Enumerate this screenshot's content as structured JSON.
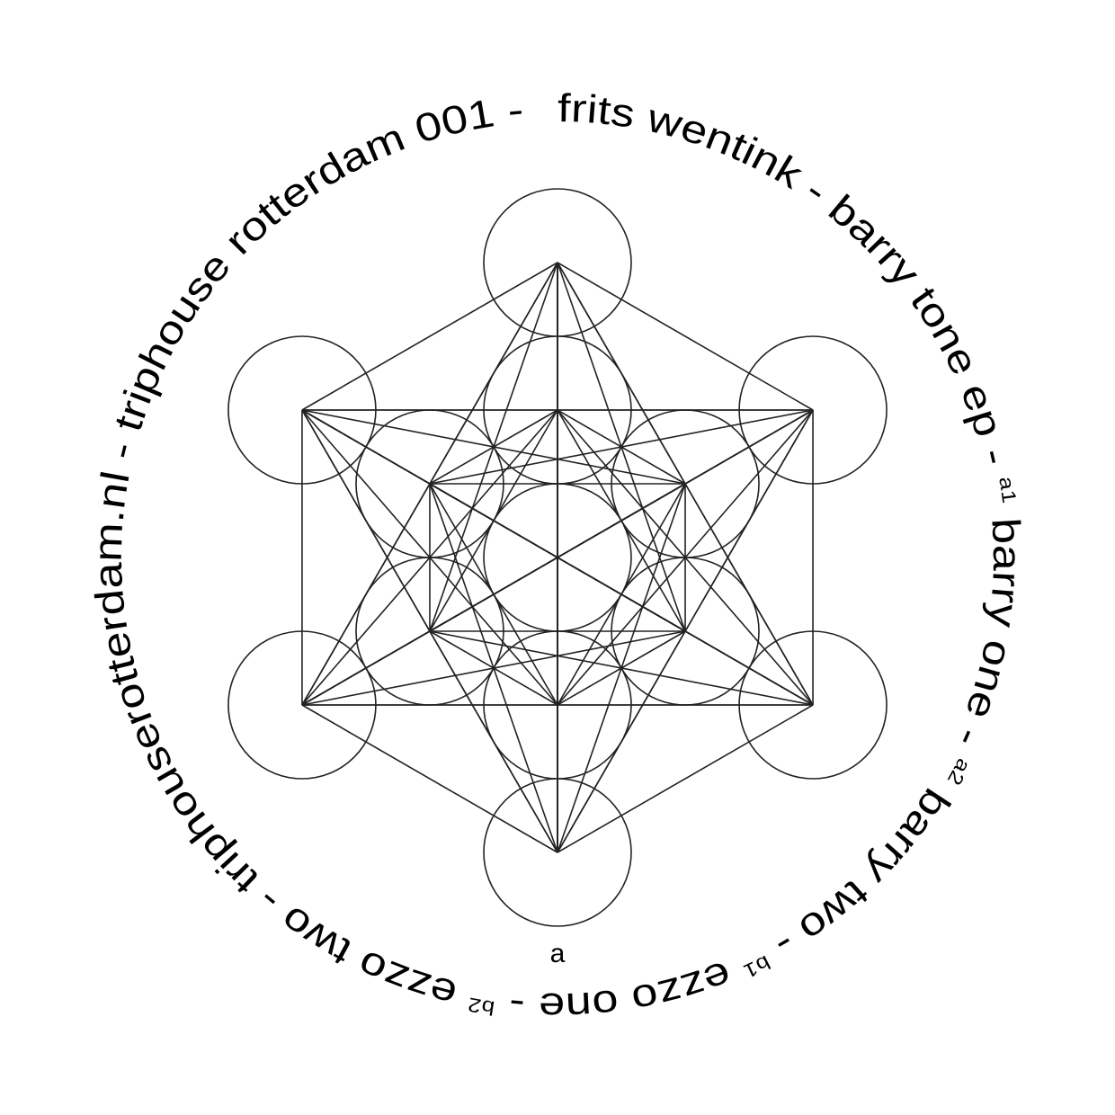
{
  "label": {
    "segments": [
      {
        "kind": "main",
        "text": "frits wentink - barry tone ep - "
      },
      {
        "kind": "sub",
        "text": "a1"
      },
      {
        "kind": "main",
        "text": " barry one - "
      },
      {
        "kind": "sub",
        "text": "a2"
      },
      {
        "kind": "main",
        "text": " barry two - "
      },
      {
        "kind": "sub",
        "text": "b1"
      },
      {
        "kind": "main",
        "text": " ezzo one - "
      },
      {
        "kind": "sub",
        "text": "b2"
      },
      {
        "kind": "main",
        "text": " ezzo two - triphouserotterdam.nl - triphouse rotterdam 001 - "
      }
    ],
    "side": "a",
    "colors": {
      "ink": "#000000",
      "background": "#ffffff"
    },
    "artwork": "metatrons-cube"
  }
}
